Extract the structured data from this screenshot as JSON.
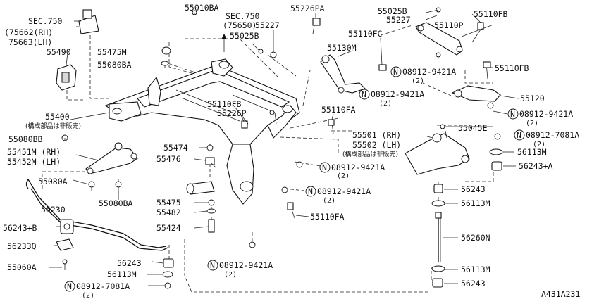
{
  "diagram": {
    "reference_code": "A431A231",
    "labels": {
      "sec750_left": "SEC.750",
      "p75662": "(75662(RH)",
      "p75663": "75663(LH)",
      "p55490": "55490",
      "p55400": "55400",
      "note_left": "(構成部品は非販売)",
      "p55080BB": "55080BB",
      "p55451M": "55451M (RH)",
      "p55452M": "55452M (LH)",
      "p55080A": "55080A",
      "p55080BA_low": "55080BA",
      "p56230": "56230",
      "p56243B": "56243+B",
      "p56233Q": "56233Q",
      "p55060A": "55060A",
      "p55010BA": "55010BA",
      "sec750_center": "SEC.750",
      "p75650": "(75650)",
      "p55025B_center": "55025B",
      "p55227_center": "55227",
      "p55226PA": "55226PA",
      "p55475M": "55475M",
      "p55080BA_top": "55080BA",
      "p55110FB_center": "55110FB",
      "p55226P": "55226P",
      "p55474": "55474",
      "p55476": "55476",
      "p55475": "55475",
      "p55482": "55482",
      "p55424": "55424",
      "p56243_left": "56243",
      "p56113M_left": "56113M",
      "p08912_7081A_left": "08912-7081A",
      "qty_7081A_left": "(2)",
      "p08912_9421A_bottom": "08912-9421A",
      "qty_bottom": "(2)",
      "p55110FA_lower": "55110FA",
      "p08912_9421A_mid2": "08912-9421A",
      "qty_mid2": "(2)",
      "p08912_9421A_mid1": "08912-9421A",
      "qty_mid1": "(2)",
      "p55110FA_upper": "55110FA",
      "p55130M": "55130M",
      "p55110FC": "55110FC",
      "p08912_9421A_upper1": "08912-9421A",
      "qty_upper1": "(2)",
      "p08912_9421A_upper2": "08912-9421A",
      "qty_upper2": "(2)",
      "p55025B_right": "55025B",
      "p55227_right": "55227",
      "p55110FB_top": "55110FB",
      "p55110P": "55110P",
      "p55110FB_right": "55110FB",
      "p55120": "55120",
      "p08912_9421A_right": "08912-9421A",
      "qty_right": "(2)",
      "p55501": "55501 (RH)",
      "p55502": "55502 (LH)",
      "note_right": "(構成部品は非販売)",
      "p55045E": "55045E",
      "p08912_7081A_right": "08912-7081A",
      "qty_7081A_right": "(2)",
      "p56113M_r1": "56113M",
      "p56243A": "56243+A",
      "p56243_r1": "56243",
      "p56113M_r2": "56113M",
      "p56260N": "56260N",
      "p56113M_r3": "56113M",
      "p56243_r2": "56243",
      "nut_symbol": "N"
    }
  }
}
